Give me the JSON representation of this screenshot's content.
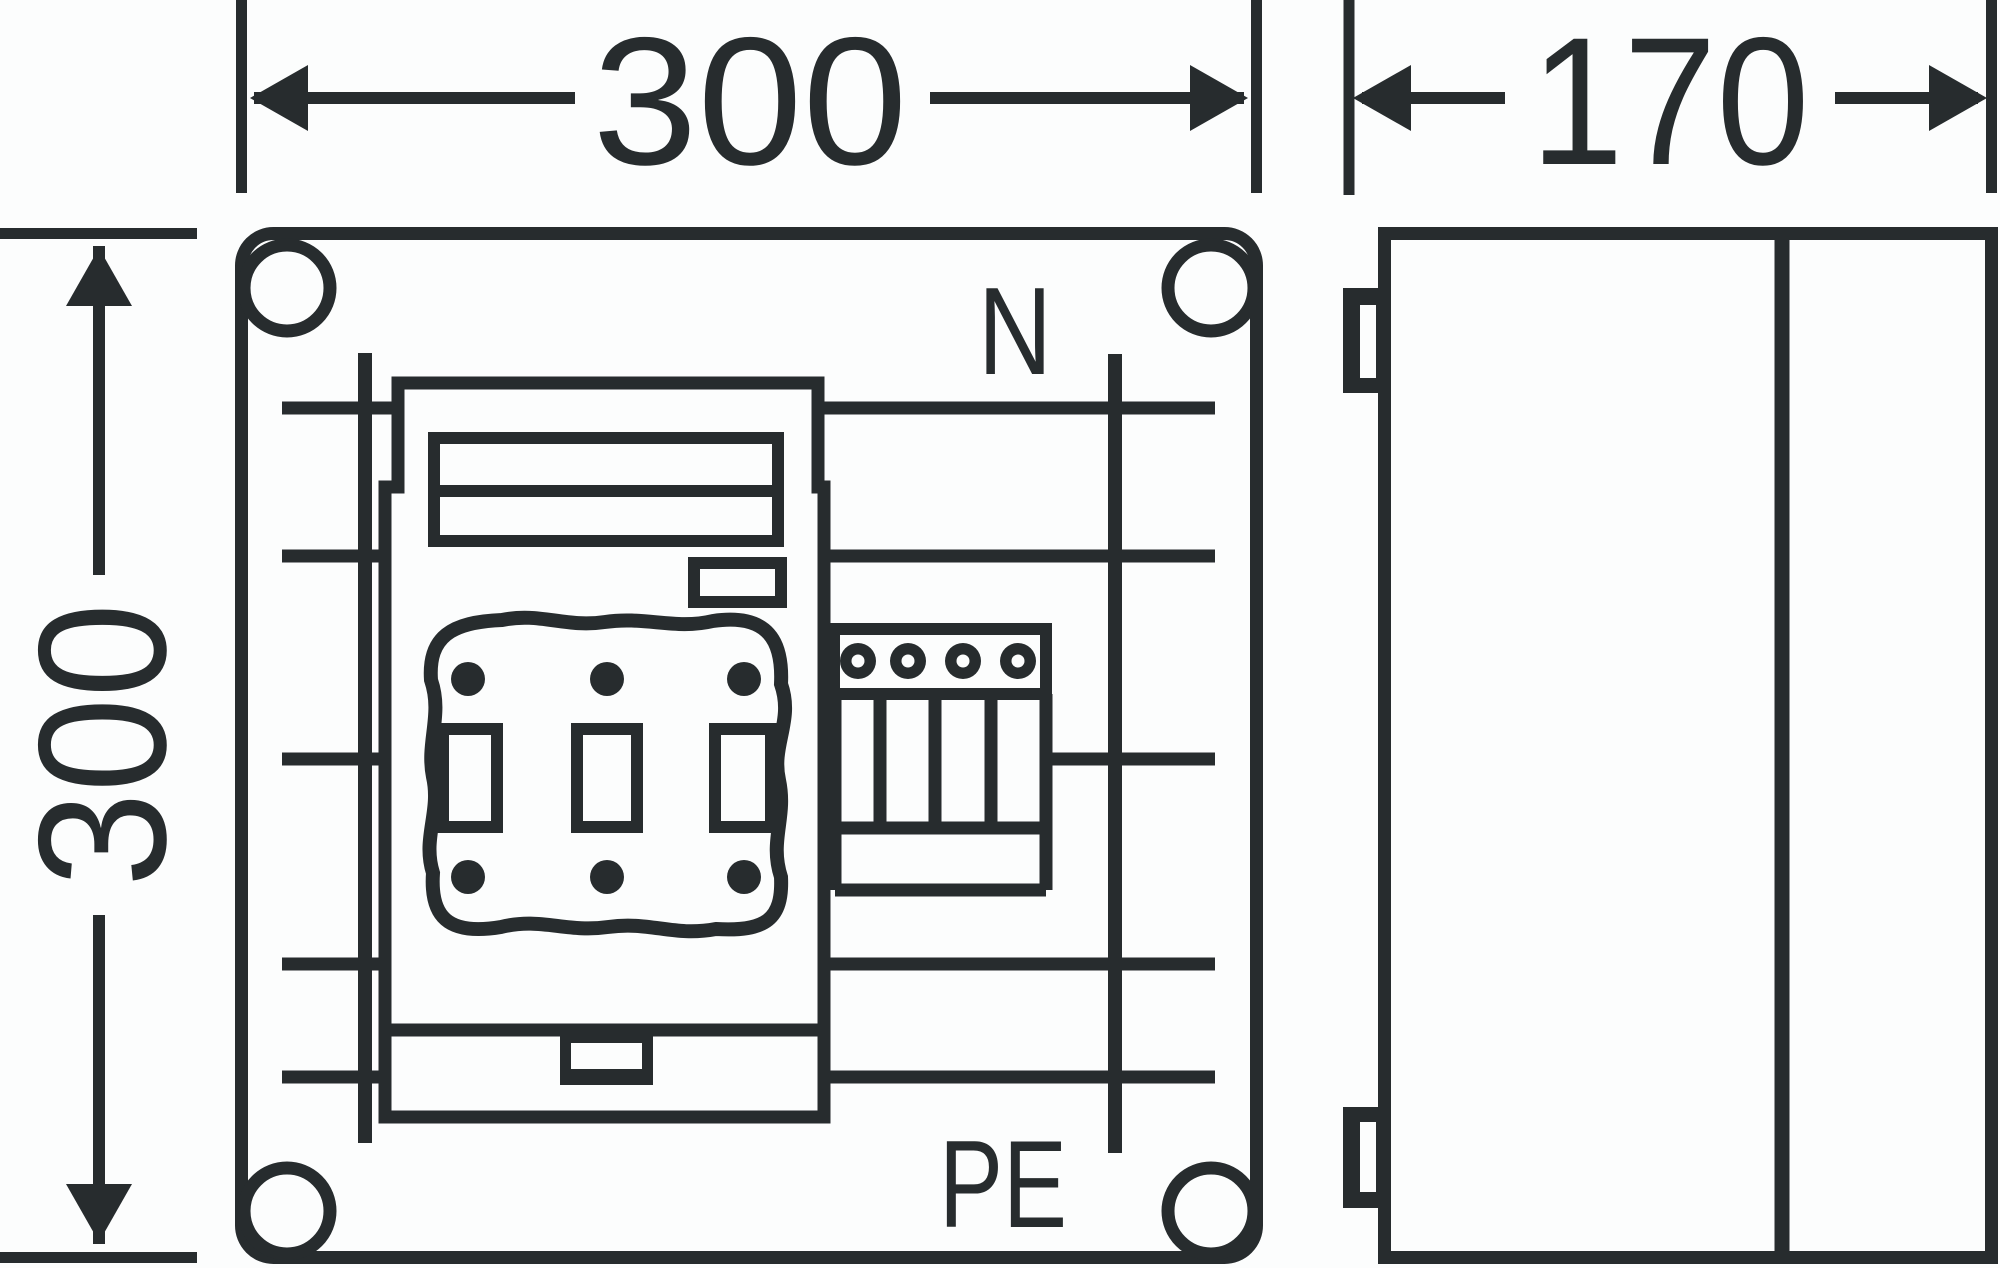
{
  "drawing": {
    "type": "enclosure-dimension-drawing",
    "front_view": {
      "width_dimension": "300",
      "height_dimension": "300",
      "neutral_label": "N",
      "protective_earth_label": "PE"
    },
    "side_view": {
      "depth_dimension": "170"
    },
    "colors": {
      "line": "#272c2e",
      "background": "#fcfdfd"
    }
  }
}
